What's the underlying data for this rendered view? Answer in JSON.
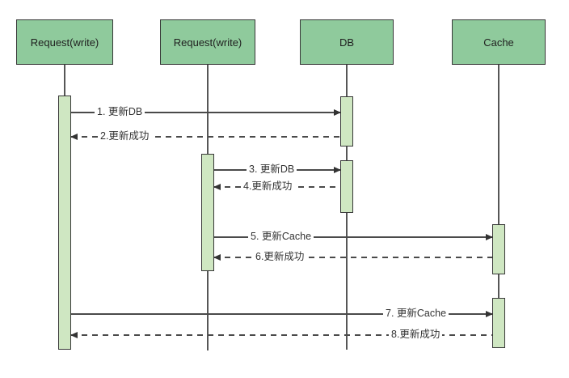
{
  "diagram": {
    "type": "uml-sequence",
    "lifelines": [
      {
        "id": "request1",
        "label": "Request(write)"
      },
      {
        "id": "request2",
        "label": "Request(write)"
      },
      {
        "id": "db",
        "label": "DB"
      },
      {
        "id": "cache",
        "label": "Cache"
      }
    ],
    "messages": [
      {
        "seq": 1,
        "label": "1. 更新DB",
        "from": "request1",
        "to": "db",
        "kind": "call",
        "line": "solid"
      },
      {
        "seq": 2,
        "label": "2.更新成功",
        "from": "db",
        "to": "request1",
        "kind": "return",
        "line": "dashed"
      },
      {
        "seq": 3,
        "label": "3. 更新DB",
        "from": "request2",
        "to": "db",
        "kind": "call",
        "line": "solid"
      },
      {
        "seq": 4,
        "label": "4.更新成功",
        "from": "db",
        "to": "request2",
        "kind": "return",
        "line": "dashed"
      },
      {
        "seq": 5,
        "label": "5. 更新Cache",
        "from": "request2",
        "to": "cache",
        "kind": "call",
        "line": "solid"
      },
      {
        "seq": 6,
        "label": "6.更新成功",
        "from": "cache",
        "to": "request2",
        "kind": "return",
        "line": "dashed"
      },
      {
        "seq": 7,
        "label": "7. 更新Cache",
        "from": "request1",
        "to": "cache",
        "kind": "call",
        "line": "solid"
      },
      {
        "seq": 8,
        "label": "8.更新成功",
        "from": "cache",
        "to": "request1",
        "kind": "return",
        "line": "dashed"
      }
    ],
    "colors": {
      "header_fill": "#8fca9c",
      "activation_fill": "#cfe7c2",
      "shape_border": "#383838",
      "message_line": "#4a4a4a",
      "text": "#333333",
      "canvas_background": "#ffffff"
    }
  }
}
